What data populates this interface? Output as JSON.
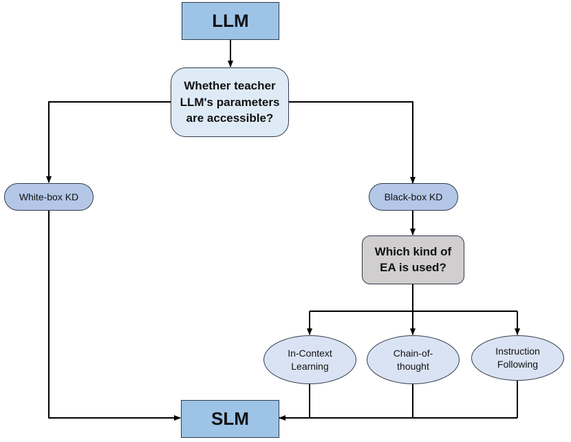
{
  "nodes": {
    "llm": "LLM",
    "question_access": "Whether teacher\nLLM's parameters\nare accessible?",
    "white_box": "White-box KD",
    "black_box": "Black-box KD",
    "question_ea": "Which kind of\nEA is used?",
    "in_context": "In-Context\nLearning",
    "chain_of_thought": "Chain-of-\nthought",
    "instruction": "Instruction\nFollowing",
    "slm": "SLM"
  },
  "colors": {
    "box_blue": "#9dc3e6",
    "box_light": "#deebf7",
    "box_gray": "#d0cece",
    "pill": "#b4c7e7",
    "ellipse": "#dae3f3",
    "line": "#000000"
  }
}
